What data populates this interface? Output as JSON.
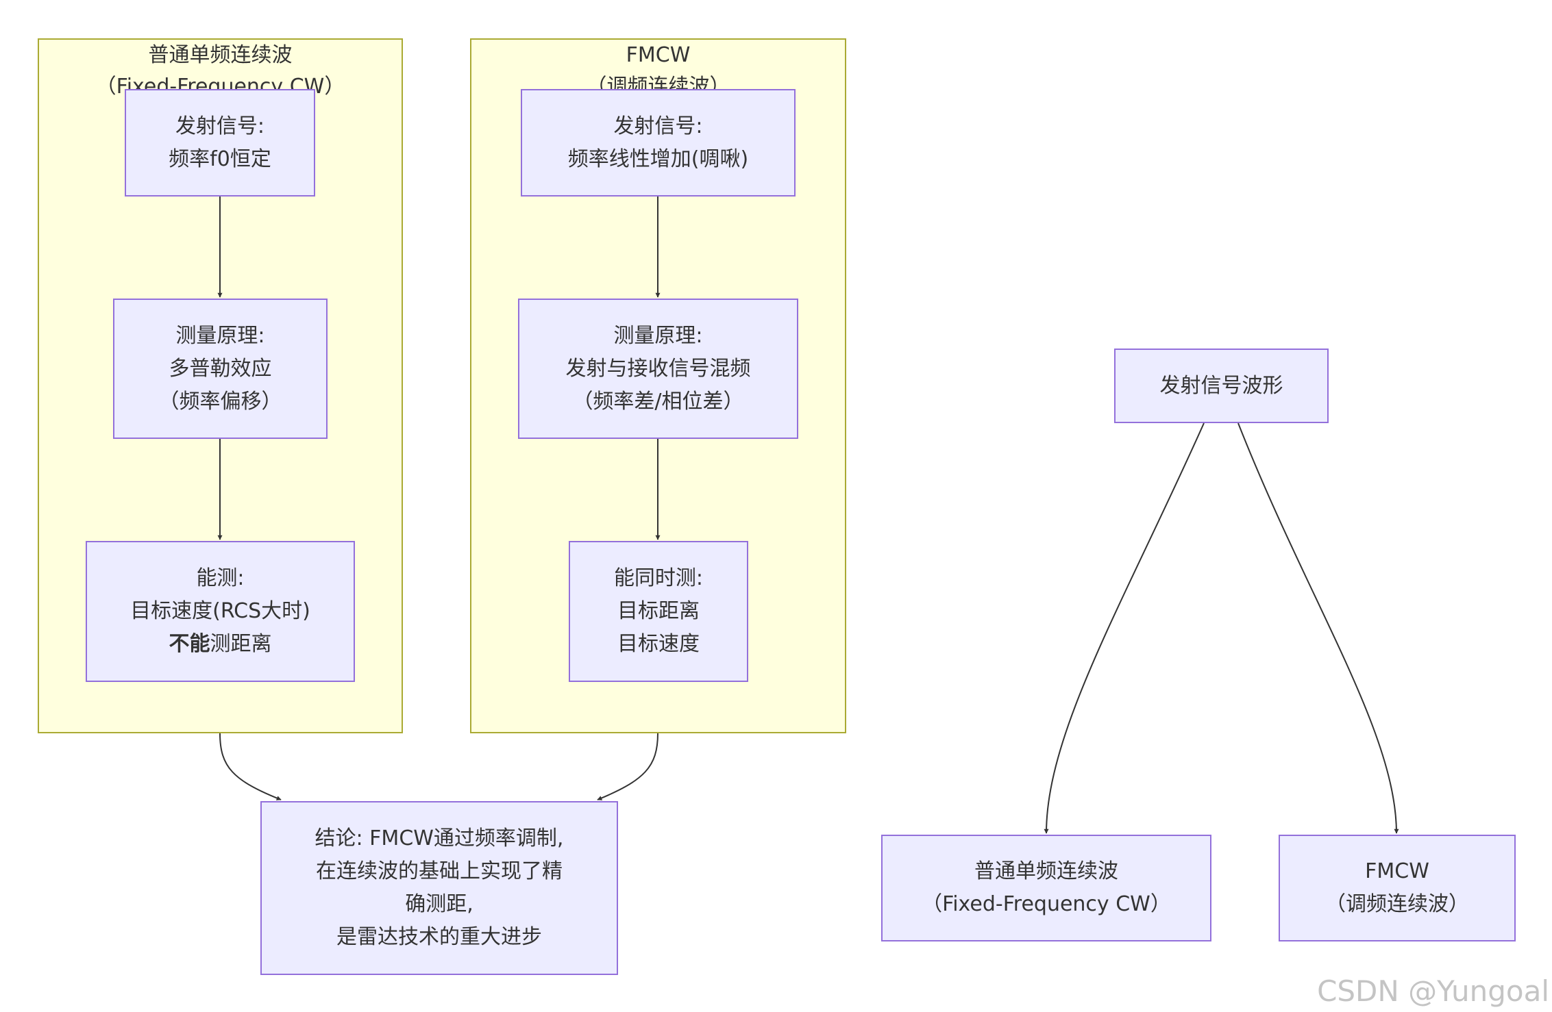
{
  "clusters": {
    "cw": {
      "title": "普通单频连续波\n（Fixed-Frequency CW）"
    },
    "fmcw": {
      "title": "FMCW\n（调频连续波）"
    }
  },
  "nodes": {
    "cw_signal": {
      "line1": "发射信号:",
      "line2": "频率f0恒定"
    },
    "cw_principle": {
      "line1": "测量原理:",
      "line2": "多普勒效应",
      "line3": "（频率偏移）"
    },
    "cw_can": {
      "line1": "能测:",
      "line2": "目标速度(RCS大时)",
      "line3_bold": "不能",
      "line3_rest": "测距离"
    },
    "fmcw_signal": {
      "line1": "发射信号:",
      "line2": "频率线性增加(啁啾)"
    },
    "fmcw_principle": {
      "line1": "测量原理:",
      "line2": "发射与接收信号混频",
      "line3": "（频率差/相位差）"
    },
    "fmcw_can": {
      "line1": "能同时测:",
      "line2": "目标距离",
      "line3": "目标速度"
    },
    "conclusion": {
      "line1": "结论: FMCW通过频率调制,",
      "line2": "在连续波的基础上实现了精",
      "line3": "确测距,",
      "line4": "是雷达技术的重大进步"
    },
    "root": {
      "line1": "发射信号波形"
    },
    "leaf_cw": {
      "line1": "普通单频连续波",
      "line2": "（Fixed-Frequency CW）"
    },
    "leaf_fmcw": {
      "line1": "FMCW",
      "line2": "（调频连续波）"
    }
  },
  "colors": {
    "cluster_fill": "#ffffde",
    "cluster_border": "#aaaa33",
    "node_fill": "#ececff",
    "node_border": "#9370db",
    "edge": "#333333",
    "watermark": "#c4c4c4"
  },
  "watermark": "CSDN @Yungoal"
}
